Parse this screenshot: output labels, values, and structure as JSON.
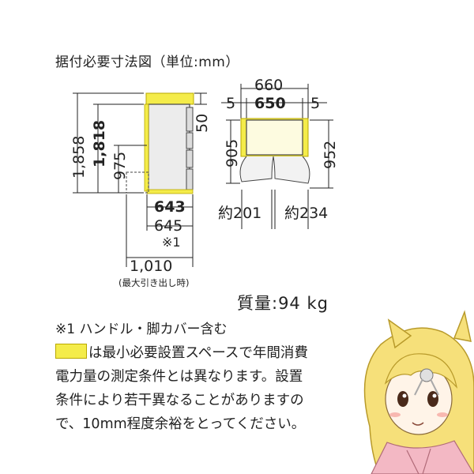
{
  "title": "据付必要寸法図（単位:mm）",
  "side_view": {
    "height_total": "1,858",
    "height_body": "1,818",
    "height_lower": "975",
    "top_clearance": "50",
    "depth_body": "643",
    "depth_handle": "645",
    "depth_note_mark": "※1",
    "depth_open": "1,010",
    "depth_open_note": "(最大引き出し時)"
  },
  "top_view": {
    "width_outer": "660",
    "side_gap_left": "5",
    "width_body": "650",
    "side_gap_right": "5",
    "door_open_left": "905",
    "door_open_right": "952",
    "swing_left": "約201",
    "swing_right": "約234"
  },
  "weight": "質量:94 kg",
  "footnote": "※1 ハンドル・脚カバー含む",
  "note_lines": [
    "は最小必要設置スペースで年間消費",
    "電力量の測定条件とは異なります。設置",
    "条件により若干異なることがありますの",
    "で、10mm程度余裕をとってください。"
  ],
  "colors": {
    "highlight": "#f4ec4a",
    "line": "#222222",
    "body": "#ececec"
  },
  "mascot": "cat-girl-mascot-illustration"
}
